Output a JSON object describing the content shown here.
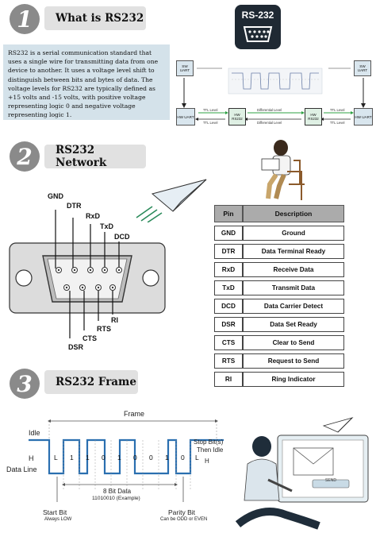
{
  "sections": [
    {
      "number": "1",
      "title": "What is RS232"
    },
    {
      "number": "2",
      "title": "RS232 Network"
    },
    {
      "number": "3",
      "title": "RS232 Frame"
    }
  ],
  "intro_text": "RS232 is a serial communication standard that uses a single wire for transmitting data from one device to another. It uses a voltage level shift to distinguish between bits and bytes of data. The voltage levels for RS232 are typically defined as +15 volts and -15 volts, with positive voltage representing logic 0 and negative voltage representing logic 1.",
  "badge_label": "RS-232",
  "uart_diagram": {
    "sw_uart": "SW UART",
    "hw_uart": "HW UART",
    "hw_rs232": "HW RS232",
    "ttl_level": "TTL Level",
    "differential_level": "Differential Level"
  },
  "connector_pins_top": [
    "GND",
    "DTR",
    "RxD",
    "TxD",
    "DCD"
  ],
  "connector_pins_bottom": [
    "DSR",
    "CTS",
    "RTS",
    "RI"
  ],
  "pin_table": {
    "headers": [
      "Pin",
      "Description"
    ],
    "rows": [
      [
        "GND",
        "Ground"
      ],
      [
        "DTR",
        "Data Terminal Ready"
      ],
      [
        "RxD",
        "Receive Data"
      ],
      [
        "TxD",
        "Transmit Data"
      ],
      [
        "DCD",
        "Data Carrier Detect"
      ],
      [
        "DSR",
        "Data Set Ready"
      ],
      [
        "CTS",
        "Clear to Send"
      ],
      [
        "RTS",
        "Request to Send"
      ],
      [
        "RI",
        "Ring Indicator"
      ]
    ]
  },
  "frame": {
    "frame_label": "Frame",
    "idle": "Idle",
    "h_label": "H",
    "data_line": "Data Line",
    "bits": [
      "L",
      "1",
      "1",
      "0",
      "1",
      "0",
      "0",
      "1",
      "0",
      "L"
    ],
    "stop_bits_line1": "Stop Bit(s)",
    "stop_bits_line2": "Then Idle",
    "stop_h": "H",
    "data_bits_title": "8 Bit Data",
    "data_bits_example": "11010010 (Example)",
    "start_bit": "Start Bit",
    "start_bit_note": "Always LOW",
    "parity_bit": "Parity Bit",
    "parity_bit_note": "Can be ODD or EVEN",
    "send_label": "SEND"
  },
  "colors": {
    "intro_bg": "#d4e2ea",
    "title_bg": "#e1e1e1",
    "badge_bg": "#1f2933",
    "waveform": "#2a6fb0",
    "table_header": "#ababab",
    "green_arrow": "#2ea043"
  }
}
